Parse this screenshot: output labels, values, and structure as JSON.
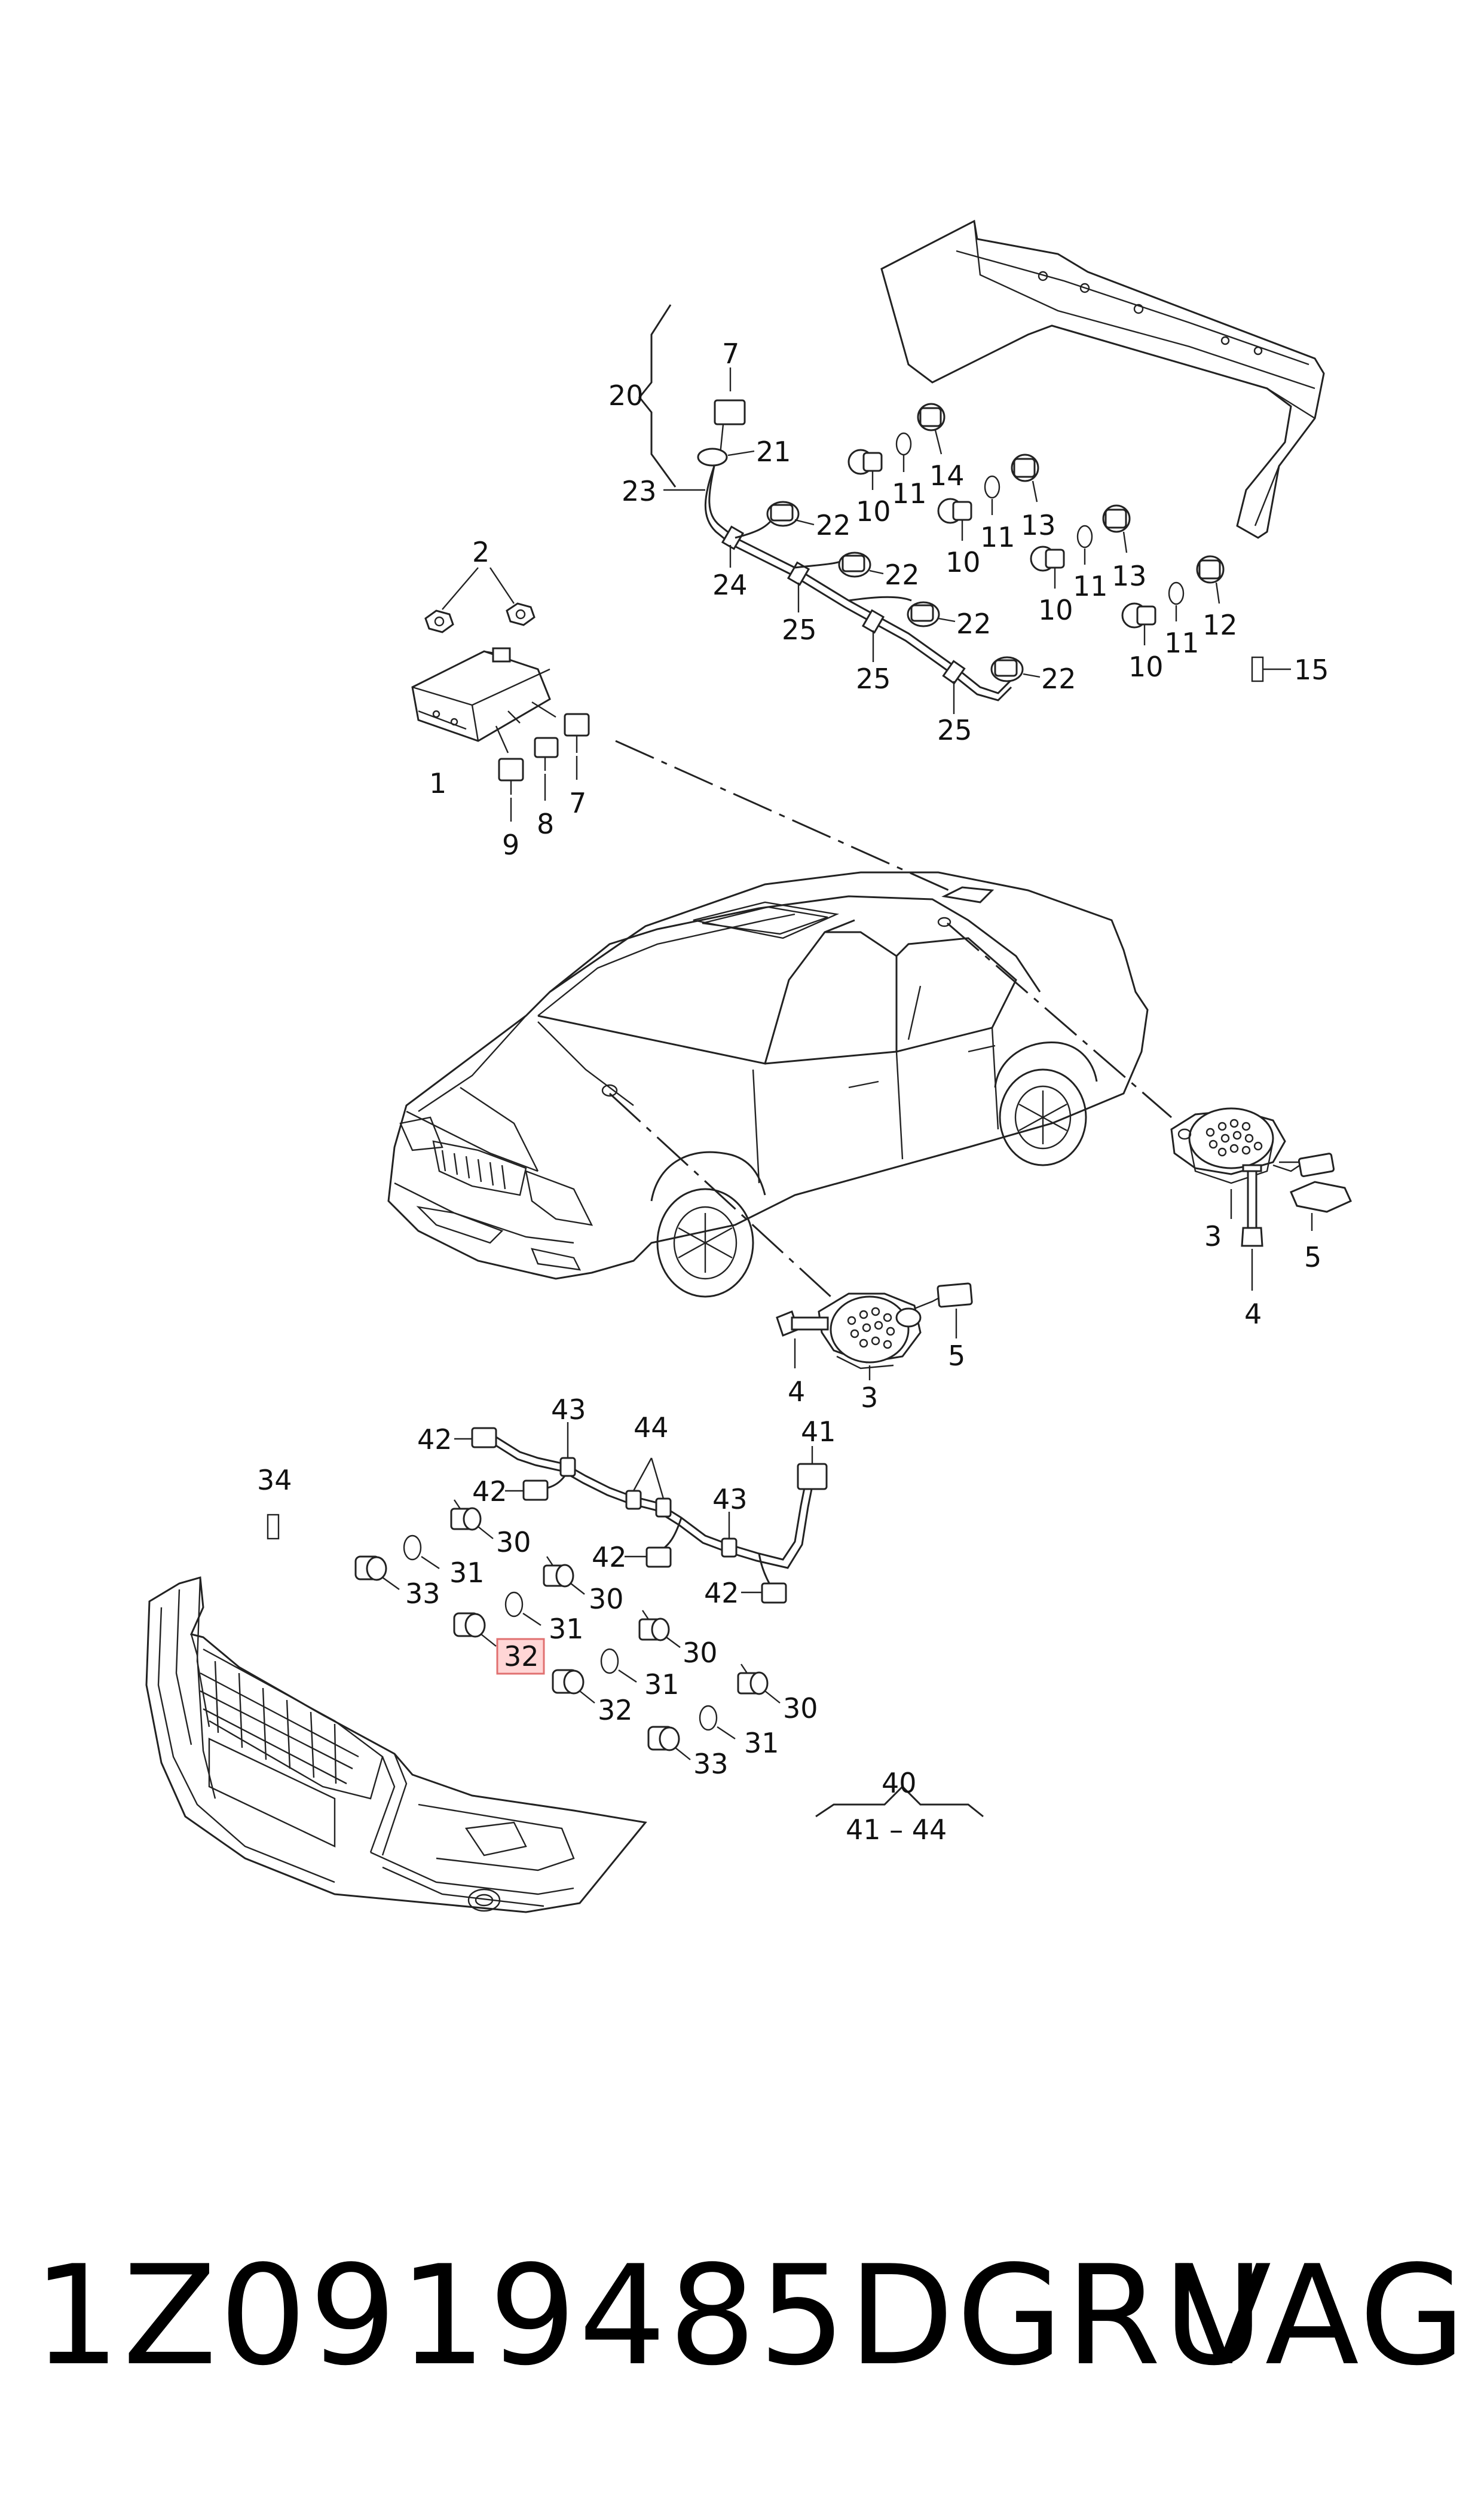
{
  "callouts": {
    "c1": "1",
    "c2": "2",
    "c3a": "3",
    "c3b": "3",
    "c4a": "4",
    "c4b": "4",
    "c5a": "5",
    "c5b": "5",
    "c7a": "7",
    "c7b": "7",
    "c8": "8",
    "c9": "9",
    "c10a": "10",
    "c10b": "10",
    "c10c": "10",
    "c10d": "10",
    "c11a": "11",
    "c11b": "11",
    "c11c": "11",
    "c11d": "11",
    "c12": "12",
    "c13a": "13",
    "c13b": "13",
    "c14": "14",
    "c15": "15",
    "c20": "20",
    "c21": "21",
    "c22a": "22",
    "c22b": "22",
    "c22c": "22",
    "c22d": "22",
    "c23": "23",
    "c24": "24",
    "c25a": "25",
    "c25b": "25",
    "c25c": "25",
    "c30a": "30",
    "c30b": "30",
    "c30c": "30",
    "c30d": "30",
    "c31a": "31",
    "c31b": "31",
    "c31c": "31",
    "c31d": "31",
    "c32a": "32",
    "c32b": "32",
    "c33a": "33",
    "c33b": "33",
    "c34": "34",
    "c40": "40",
    "c40range": "41 – 44",
    "c41": "41",
    "c42a": "42",
    "c42b": "42",
    "c42c": "42",
    "c42d": "42",
    "c43a": "43",
    "c43b": "43",
    "c44": "44"
  },
  "highlight": {
    "part": "32",
    "color": "#ffd6d6",
    "border": "#e07070"
  },
  "footer": {
    "part_number": "1Z0919485DGRU",
    "brand": "VAG"
  }
}
